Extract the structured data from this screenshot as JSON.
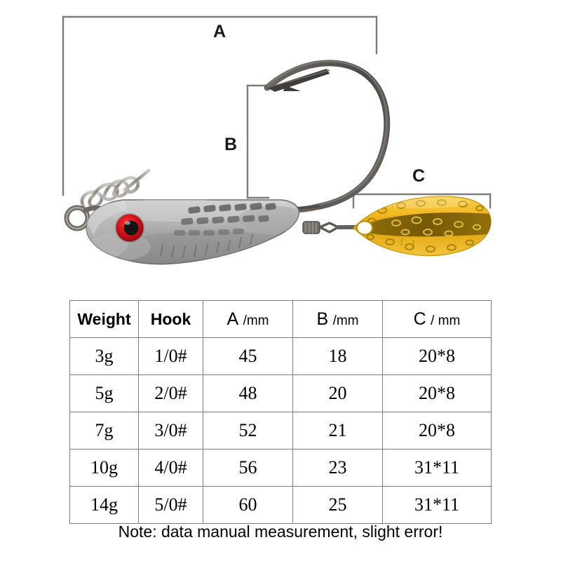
{
  "figure": {
    "dimension_labels": {
      "a": "A",
      "b": "B",
      "c": "C"
    },
    "parts": {
      "body": "lead-jig-head-body",
      "eye": "lure-eye",
      "hook": "worm-hook",
      "blade": "willow-spinner-blade",
      "swivel": "barrel-swivel",
      "screw": "corkscrew-bait-keeper",
      "line_tie": "line-tie-eye"
    },
    "colors": {
      "body_light": "#c6c6c6",
      "body_mid": "#9c9c9c",
      "body_dark": "#6f6f6f",
      "eye_iris": "#d8121a",
      "eye_pupil": "#141414",
      "hook_metal": "#5d5a57",
      "hook_metal_dark": "#3b3936",
      "blade_gold": "#f0b51c",
      "blade_gold_dark": "#6d5206",
      "bracket": "#7c7c7c"
    }
  },
  "table": {
    "headers": [
      {
        "letter": "Weight",
        "unit": ""
      },
      {
        "letter": "Hook",
        "unit": ""
      },
      {
        "letter": "A",
        "unit": "/mm"
      },
      {
        "letter": "B",
        "unit": "/mm"
      },
      {
        "letter": "C",
        "unit": "/ mm"
      }
    ],
    "rows": [
      {
        "weight": "3g",
        "hook": "1/0#",
        "a": "45",
        "b": "18",
        "c": "20*8"
      },
      {
        "weight": "5g",
        "hook": "2/0#",
        "a": "48",
        "b": "20",
        "c": "20*8"
      },
      {
        "weight": "7g",
        "hook": "3/0#",
        "a": "52",
        "b": "21",
        "c": "20*8"
      },
      {
        "weight": "10g",
        "hook": "4/0#",
        "a": "56",
        "b": "23",
        "c": "31*11"
      },
      {
        "weight": "14g",
        "hook": "5/0#",
        "a": "60",
        "b": "25",
        "c": "31*11"
      }
    ],
    "note": "Note: data manual measurement, slight error!"
  }
}
